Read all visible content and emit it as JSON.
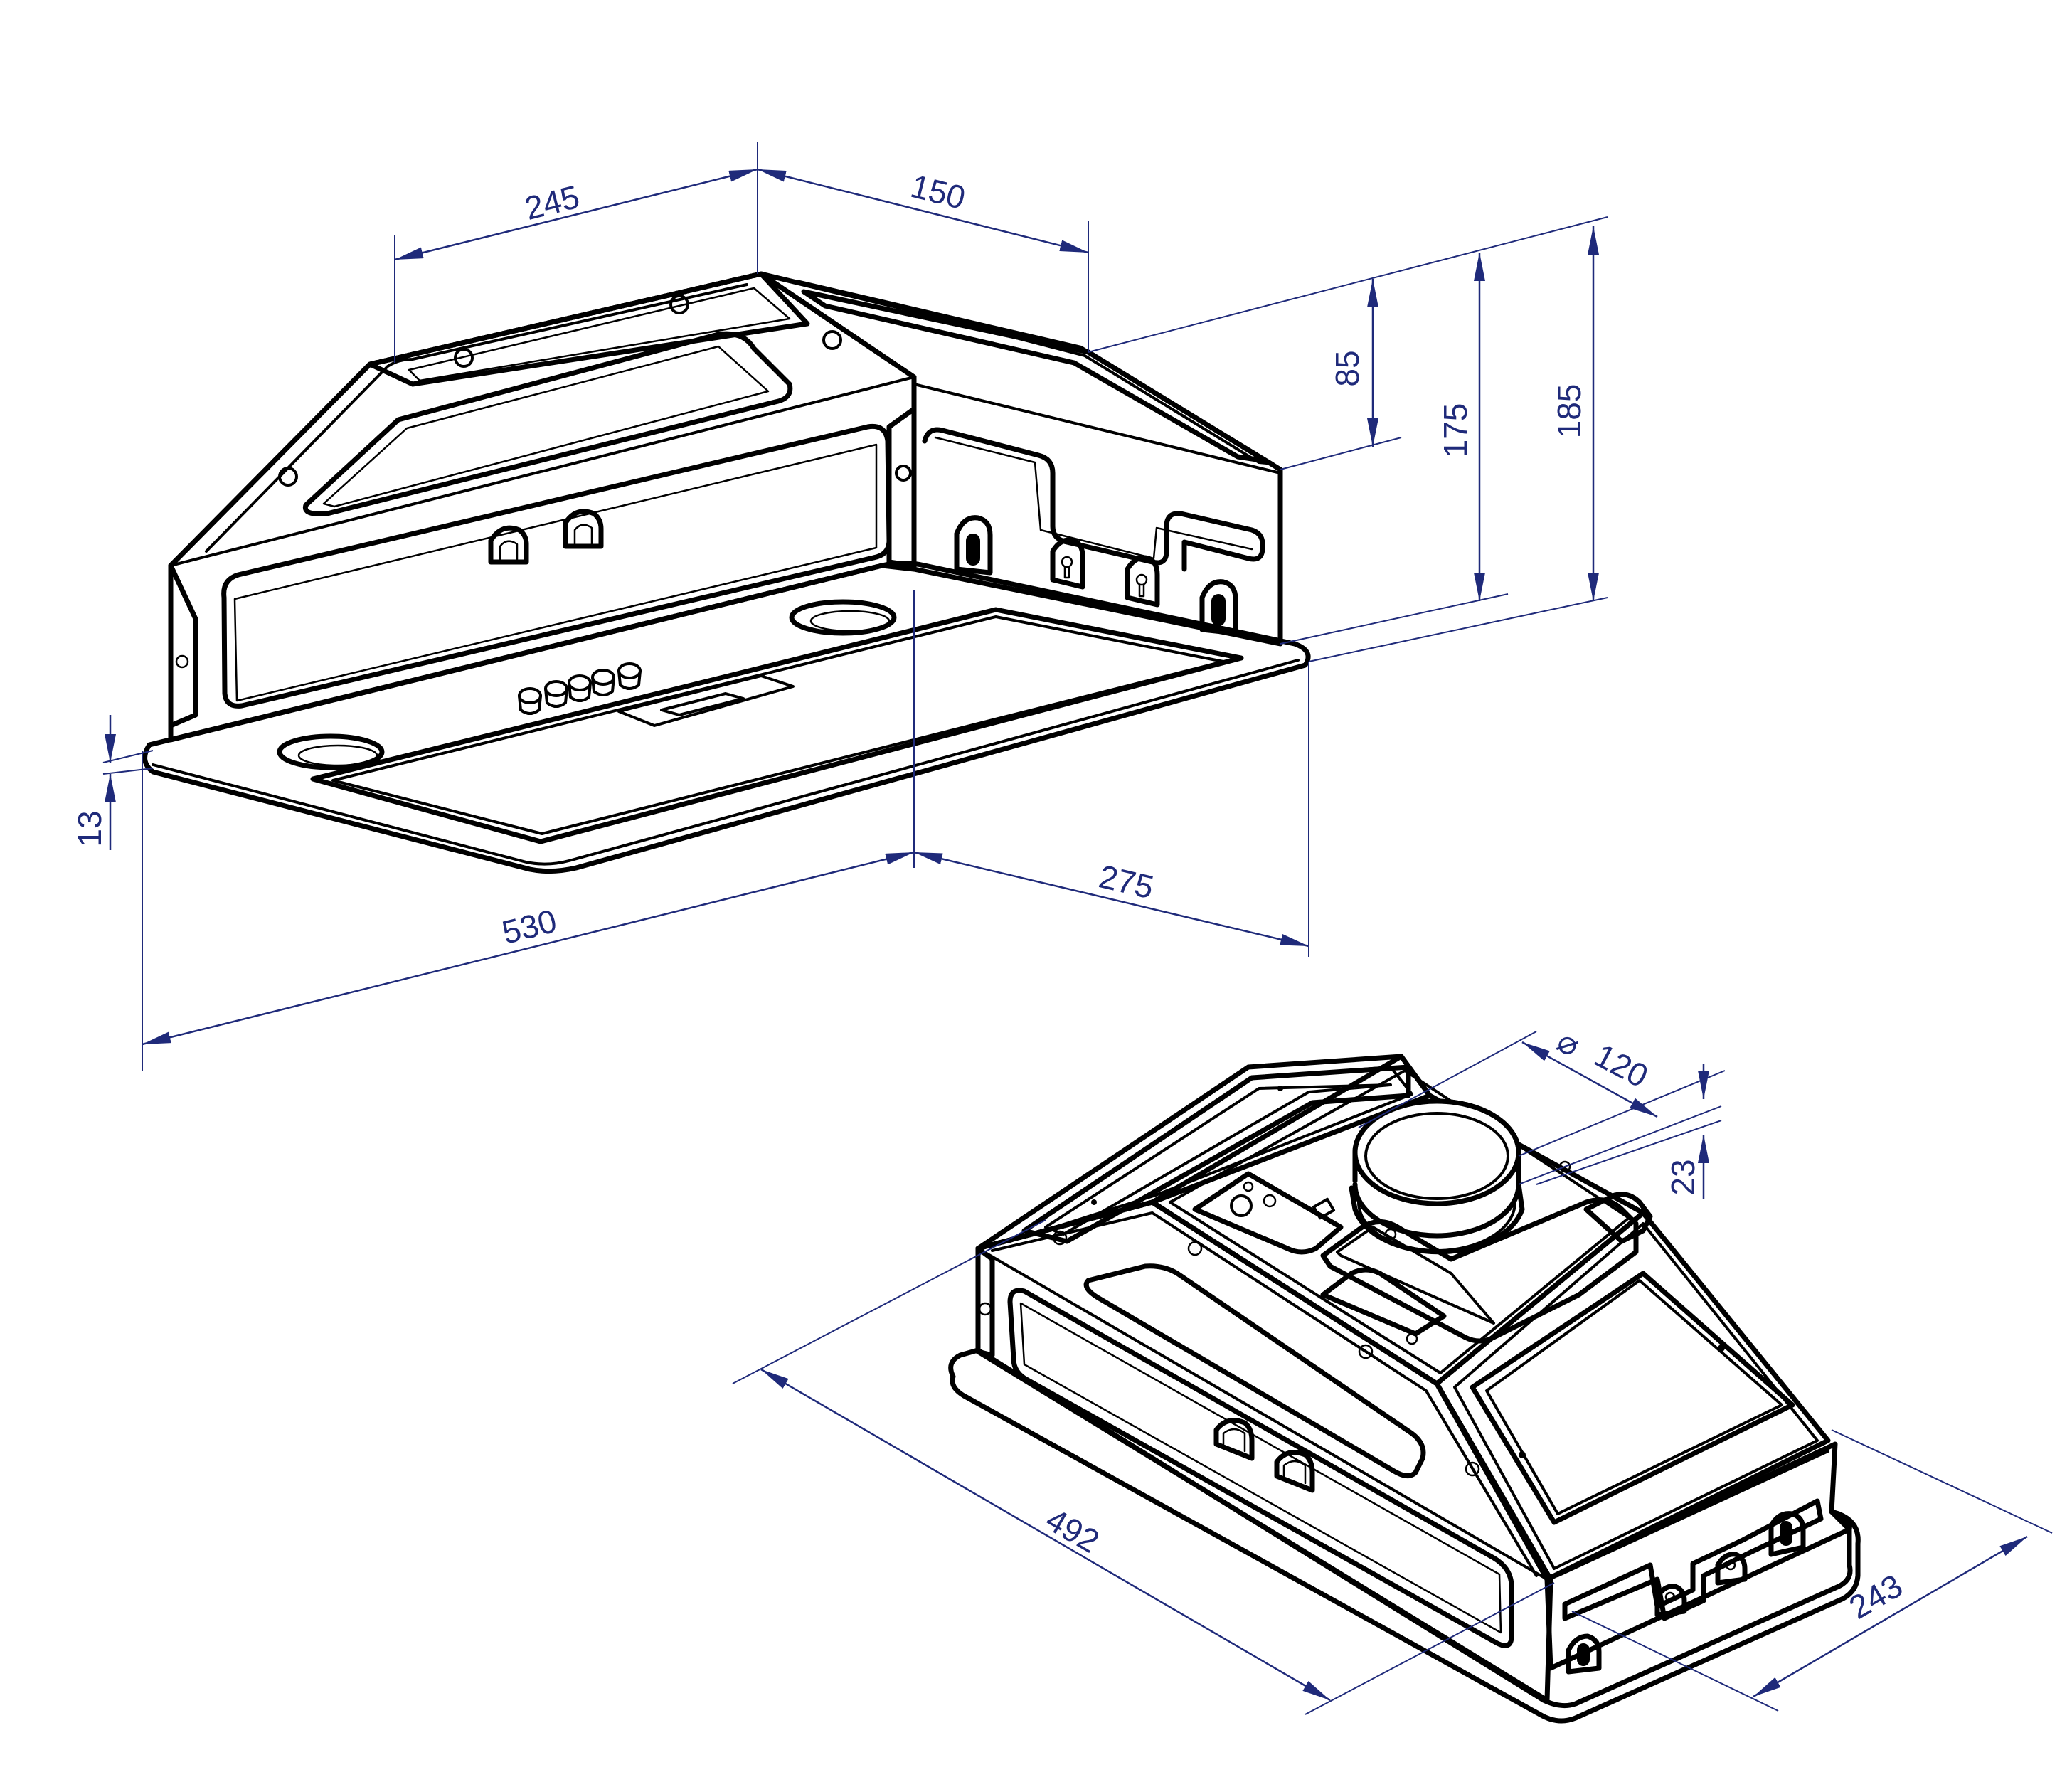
{
  "colors": {
    "dimension": "#1f2a7a",
    "outline": "#000000",
    "background": "#ffffff"
  },
  "dimensions": {
    "front_view": {
      "top_left_width": "245",
      "top_right_depth": "150",
      "height_upper": "85",
      "height_body": "175",
      "height_total": "185",
      "flange_thickness": "13",
      "overall_width": "530",
      "overall_depth": "275"
    },
    "rear_view": {
      "duct_diameter": "120",
      "duct_diameter_symbol": "⌀",
      "duct_height": "23",
      "body_width": "492",
      "body_depth": "243"
    }
  }
}
